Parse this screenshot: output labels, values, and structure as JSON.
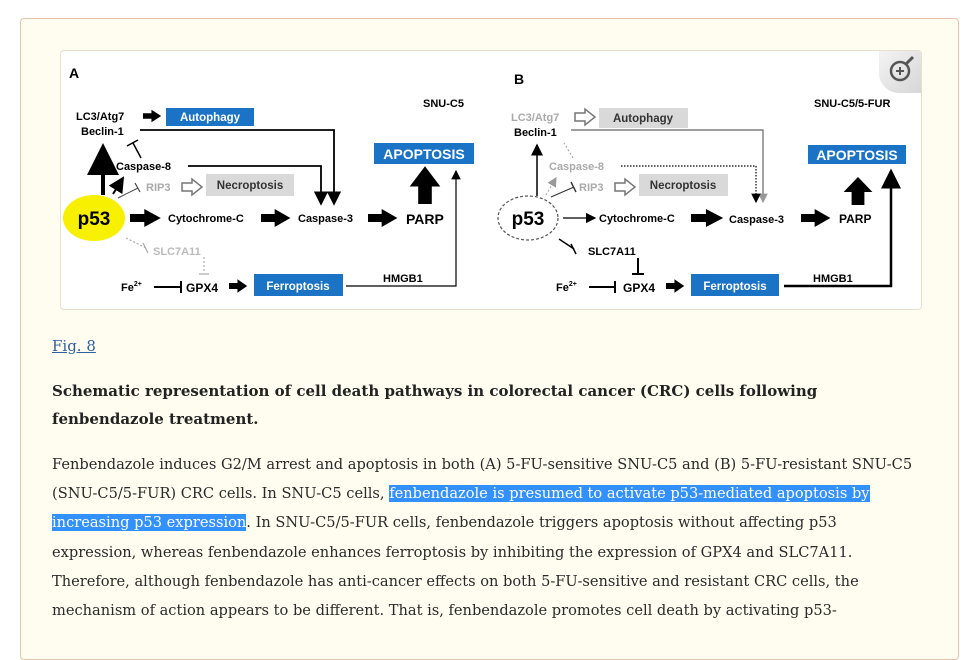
{
  "figure": {
    "panel_a": {
      "label": "A",
      "cell_line": "SNU-C5",
      "lc3": "LC3/Atg7",
      "autophagy": "Autophagy",
      "beclin": "Beclin-1",
      "caspase8": "Caspase-8",
      "rip3": "RIP3",
      "necroptosis": "Necroptosis",
      "p53": "p53",
      "cytochrome": "Cytochrome-C",
      "caspase3": "Caspase-3",
      "parp": "PARP",
      "apoptosis": "APOPTOSIS",
      "slc7a11": "SLC7A11",
      "fe": "Fe",
      "fe_sup": "2+",
      "gpx4": "GPX4",
      "ferroptosis": "Ferroptosis",
      "hmgb1": "HMGB1"
    },
    "panel_b": {
      "label": "B",
      "cell_line": "SNU-C5/5-FUR",
      "lc3": "LC3/Atg7",
      "autophagy": "Autophagy",
      "beclin": "Beclin-1",
      "caspase8": "Caspase-8",
      "rip3": "RIP3",
      "necroptosis": "Necroptosis",
      "p53": "p53",
      "cytochrome": "Cytochrome-C",
      "caspase3": "Caspase-3",
      "parp": "PARP",
      "apoptosis": "APOPTOSIS",
      "slc7a11": "SLC7A11",
      "fe": "Fe",
      "fe_sup": "2+",
      "gpx4": "GPX4",
      "ferroptosis": "Ferroptosis",
      "hmgb1": "HMGB1"
    },
    "zoom_icon": "zoom-in-magnifier-icon",
    "colors": {
      "process_box": "#1a73c5",
      "inactive_box": "#d9d9d9",
      "p53_fill": "#f7f000",
      "highlight": "#3390ff"
    }
  },
  "fig_link": "Fig. 8",
  "caption_title": "Schematic representation of cell death pathways in colorectal cancer (CRC) cells following fenbendazole treatment.",
  "caption": {
    "before": "Fenbendazole induces G2/M arrest and apoptosis in both (A) 5-FU-sensitive SNU-C5 and (B) 5-FU-resistant SNU-C5 (SNU-C5/5-FUR) CRC cells. In SNU-C5 cells, ",
    "highlighted": "fenbendazole is presumed to activate p53-mediated apoptosis by increasing p53 expression",
    "after": ". In SNU-C5/5-FUR cells, fenbendazole triggers apoptosis without affecting p53 expression, whereas fenbendazole enhances ferroptosis by inhibiting the expression of GPX4 and SLC7A11. Therefore, although fenbendazole has anti-cancer effects on both 5-FU-sensitive and resistant CRC cells, the mechanism of action appears to be different. That is, fenbendazole promotes cell death by activating p53-"
  }
}
